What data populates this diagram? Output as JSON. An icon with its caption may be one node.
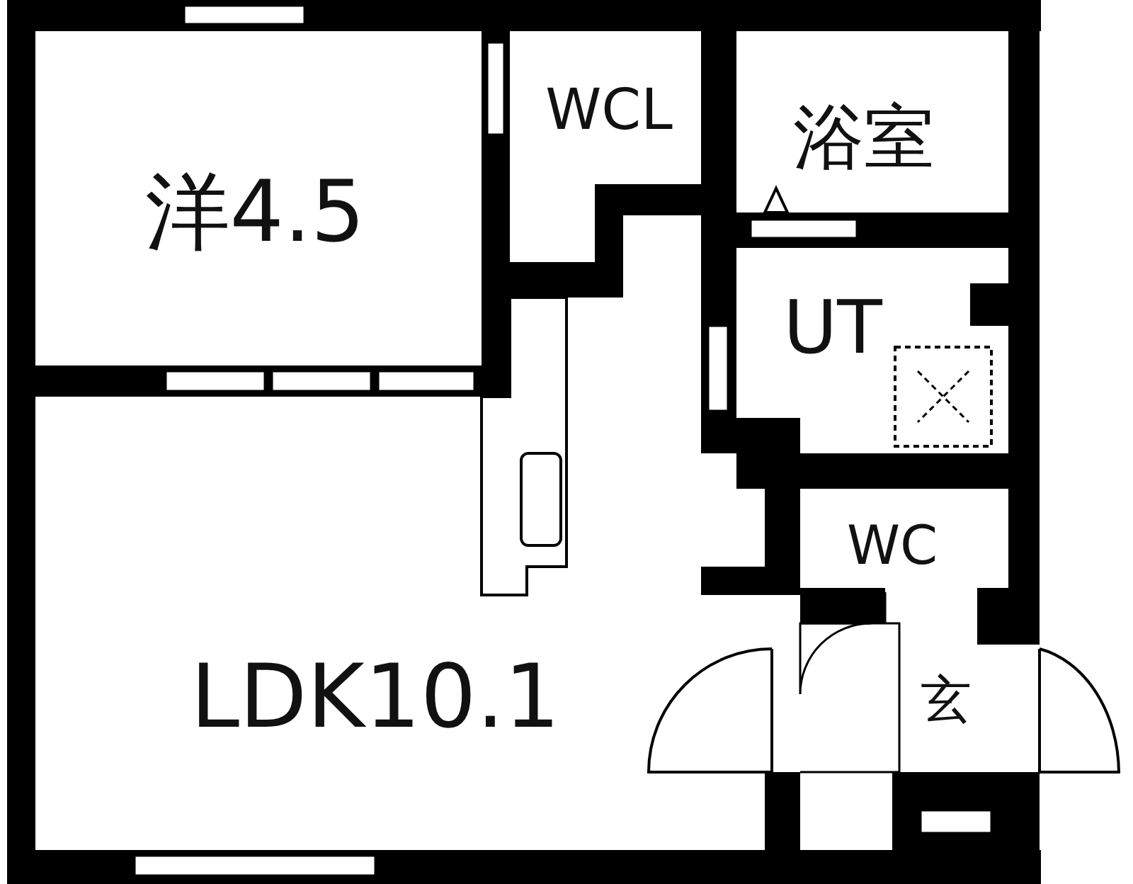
{
  "diagram": {
    "labels": [
      "洋4.5",
      "WCL",
      "浴室",
      "UT",
      "LDK10.1",
      "WC",
      "玄"
    ]
  }
}
